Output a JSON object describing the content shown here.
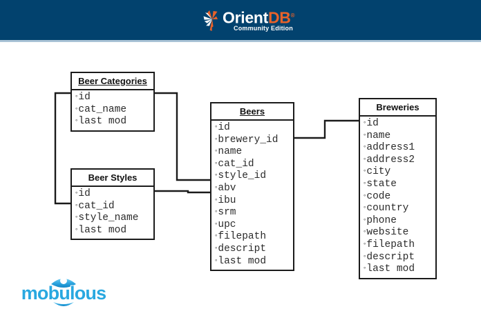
{
  "header": {
    "logo": {
      "icon_name": "orientdb-sun-icon",
      "word_primary": "Orient",
      "word_accent": "DB",
      "trademark": "®",
      "tagline": "Community Edition",
      "bg_color": "#02426e",
      "accent_color": "#e8622a",
      "text_color": "#ffffff"
    }
  },
  "footer": {
    "logo": {
      "word": "mobulous",
      "icon_name": "mobulous-eye-icon",
      "color": "#29a8e0"
    }
  },
  "diagram": {
    "type": "entity-relationship",
    "bullet": "°",
    "entities": [
      {
        "id": "beer-categories",
        "title": "Beer Categories",
        "title_underlined": true,
        "fields": [
          "id",
          "cat_name",
          "last mod"
        ]
      },
      {
        "id": "beer-styles",
        "title": "Beer Styles",
        "title_underlined": false,
        "fields": [
          "id",
          "cat_id",
          "style_name",
          "last mod"
        ]
      },
      {
        "id": "beers",
        "title": "Beers",
        "title_underlined": true,
        "fields": [
          "id",
          "brewery_id",
          "name",
          "cat_id",
          "style_id",
          "abv",
          "ibu",
          "srm",
          "upc",
          "filepath",
          "descript",
          "last mod"
        ]
      },
      {
        "id": "breweries",
        "title": "Breweries",
        "title_underlined": false,
        "fields": [
          "id",
          "name",
          "address1",
          "address2",
          "city",
          "state",
          "code",
          "country",
          "phone",
          "website",
          "filepath",
          "descript",
          "last mod"
        ]
      }
    ],
    "relationships": [
      {
        "from": "beer-categories.id",
        "to": "beer-styles.cat_id"
      },
      {
        "from": "beer-categories.id",
        "to": "beers.cat_id"
      },
      {
        "from": "beer-styles.id",
        "to": "beers.style_id"
      },
      {
        "from": "beers.brewery_id",
        "to": "breweries.id"
      }
    ],
    "line_color": "#1a1a1a",
    "background": "#ffffff"
  }
}
